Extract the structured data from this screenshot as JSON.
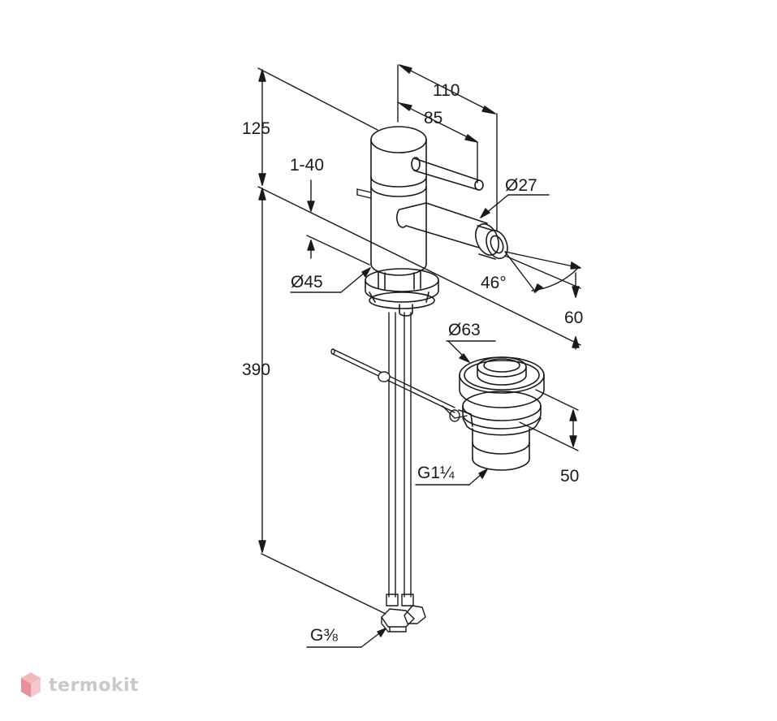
{
  "dimensions": {
    "width_total": "110",
    "width_lever": "85",
    "height_top": "125",
    "deck_thickness": "1-40",
    "spout_diameter": "Ø27",
    "body_diameter": "Ø45",
    "spout_angle": "46°",
    "spout_height": "60",
    "hose_length": "390",
    "waste_diameter": "Ø63",
    "waste_height": "50",
    "waste_thread_main": "G1",
    "waste_thread_fraction": "¼",
    "hose_thread_main": "G",
    "hose_thread_fraction": "⅜"
  },
  "watermark": {
    "text": "termokit",
    "color": "#e8a0a8"
  }
}
